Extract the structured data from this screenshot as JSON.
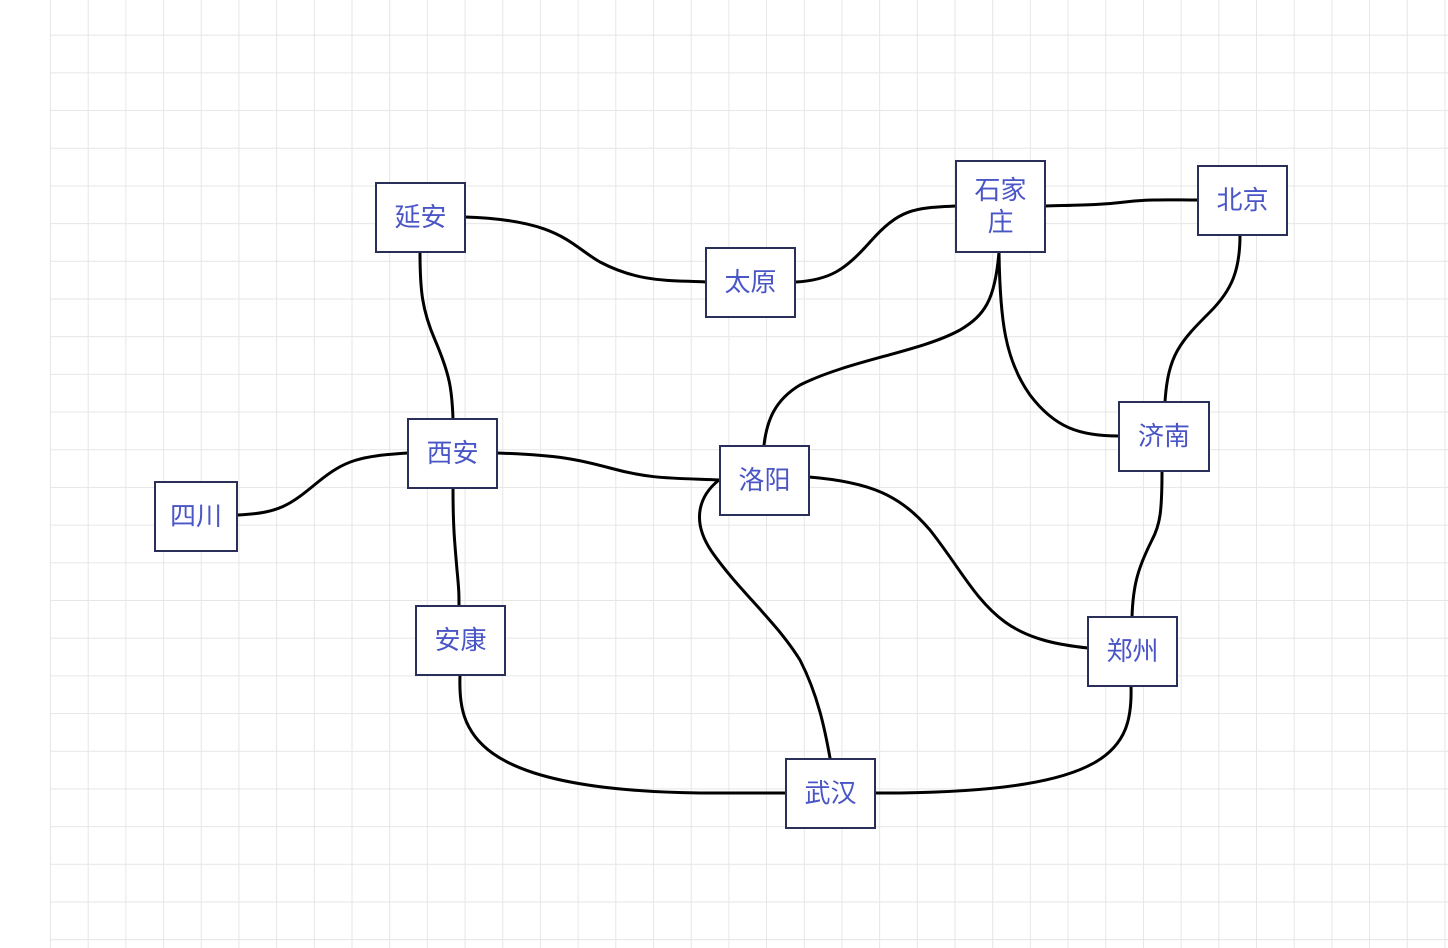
{
  "diagram": {
    "nodes": [
      {
        "id": "yanan",
        "label": "延安"
      },
      {
        "id": "taiyuan",
        "label": "太原"
      },
      {
        "id": "shijiazhuang",
        "label": "石家庄"
      },
      {
        "id": "beijing",
        "label": "北京"
      },
      {
        "id": "xian",
        "label": "西安"
      },
      {
        "id": "sichuan",
        "label": "四川"
      },
      {
        "id": "luoyang",
        "label": "洛阳"
      },
      {
        "id": "jinan",
        "label": "济南"
      },
      {
        "id": "ankang",
        "label": "安康"
      },
      {
        "id": "zhengzhou",
        "label": "郑州"
      },
      {
        "id": "wuhan",
        "label": "武汉"
      }
    ],
    "edges": [
      {
        "from": "yanan",
        "to": "taiyuan"
      },
      {
        "from": "taiyuan",
        "to": "shijiazhuang"
      },
      {
        "from": "shijiazhuang",
        "to": "beijing"
      },
      {
        "from": "yanan",
        "to": "xian"
      },
      {
        "from": "xian",
        "to": "sichuan"
      },
      {
        "from": "xian",
        "to": "luoyang"
      },
      {
        "from": "xian",
        "to": "ankang"
      },
      {
        "from": "shijiazhuang",
        "to": "luoyang"
      },
      {
        "from": "shijiazhuang",
        "to": "jinan"
      },
      {
        "from": "beijing",
        "to": "jinan"
      },
      {
        "from": "luoyang",
        "to": "zhengzhou"
      },
      {
        "from": "luoyang",
        "to": "wuhan"
      },
      {
        "from": "jinan",
        "to": "zhengzhou"
      },
      {
        "from": "ankang",
        "to": "wuhan"
      },
      {
        "from": "zhengzhou",
        "to": "wuhan"
      }
    ]
  }
}
